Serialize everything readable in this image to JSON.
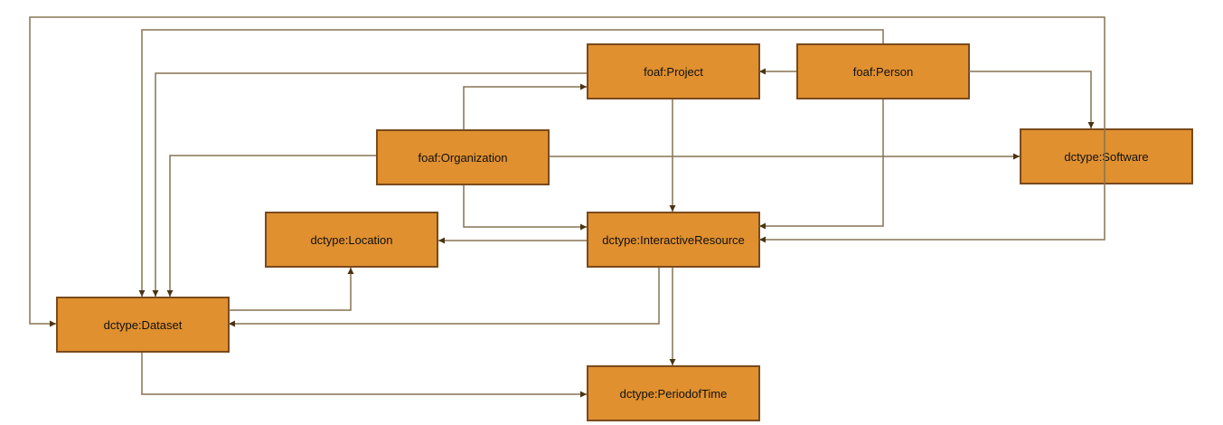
{
  "diagram": {
    "type": "rdf-class-diagram",
    "nodes": [
      {
        "id": "foaf-project",
        "label": "foaf:Project"
      },
      {
        "id": "foaf-person",
        "label": "foaf:Person"
      },
      {
        "id": "foaf-organization",
        "label": "foaf:Organization"
      },
      {
        "id": "dctype-software",
        "label": "dctype:Software"
      },
      {
        "id": "dctype-location",
        "label": "dctype:Location"
      },
      {
        "id": "dctype-interactiveresource",
        "label": "dctype:InteractiveResource"
      },
      {
        "id": "dctype-dataset",
        "label": "dctype:Dataset"
      },
      {
        "id": "dctype-periodoftime",
        "label": "dctype:PeriodofTime"
      }
    ],
    "edges": [
      {
        "from": "foaf-person",
        "to": "foaf-project",
        "bidirectional": false
      },
      {
        "from": "foaf-person",
        "to": "dctype-software",
        "bidirectional": false
      },
      {
        "from": "foaf-person",
        "to": "dctype-dataset",
        "bidirectional": false
      },
      {
        "from": "foaf-person",
        "to": "dctype-interactiveresource",
        "bidirectional": false
      },
      {
        "from": "foaf-organization",
        "to": "foaf-project",
        "bidirectional": false
      },
      {
        "from": "foaf-organization",
        "to": "dctype-software",
        "bidirectional": false
      },
      {
        "from": "foaf-organization",
        "to": "dctype-interactiveresource",
        "bidirectional": false
      },
      {
        "from": "foaf-organization",
        "to": "dctype-dataset",
        "bidirectional": false
      },
      {
        "from": "foaf-project",
        "to": "dctype-dataset",
        "bidirectional": false
      },
      {
        "from": "foaf-project",
        "to": "dctype-interactiveresource",
        "bidirectional": false
      },
      {
        "from": "dctype-interactiveresource",
        "to": "dctype-location",
        "bidirectional": false
      },
      {
        "from": "dctype-interactiveresource",
        "to": "dctype-dataset",
        "bidirectional": false
      },
      {
        "from": "dctype-interactiveresource",
        "to": "dctype-periodoftime",
        "bidirectional": false
      },
      {
        "from": "dctype-dataset",
        "to": "dctype-location",
        "bidirectional": false
      },
      {
        "from": "dctype-dataset",
        "to": "dctype-periodoftime",
        "bidirectional": false
      },
      {
        "from": "dctype-interactiveresource",
        "to": "dctype-dataset",
        "bidirectional": true
      }
    ],
    "colors": {
      "node_fill": "#e0902f",
      "node_border": "#7a4a1c",
      "edge_line": "#867452",
      "arrowhead": "#4a3413",
      "label": "#111111",
      "background": "#ffffff"
    }
  }
}
